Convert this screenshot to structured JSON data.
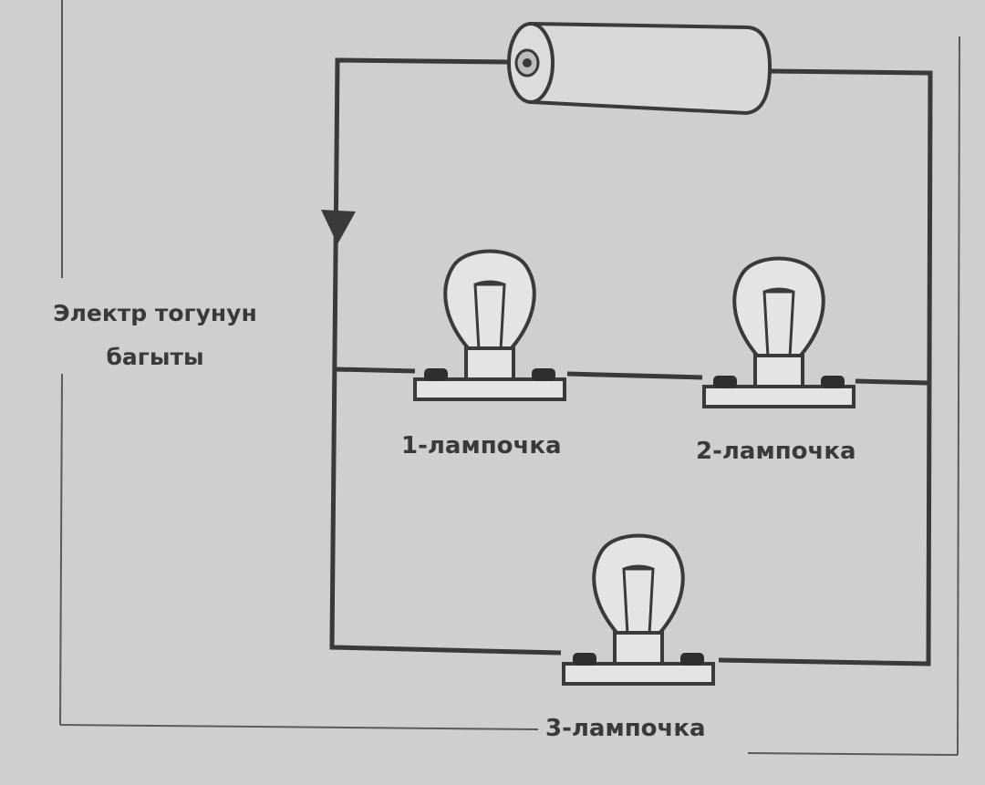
{
  "direction_label": {
    "line1": "Электр тогунун",
    "line2": "багыты"
  },
  "lamps": [
    {
      "label": "1-лампочка"
    },
    {
      "label": "2-лампочка"
    },
    {
      "label": "3-лампочка"
    }
  ],
  "colors": {
    "background": "#cfcfcf",
    "ink": "#3a3a3a",
    "glass": "#e4e4e4"
  }
}
